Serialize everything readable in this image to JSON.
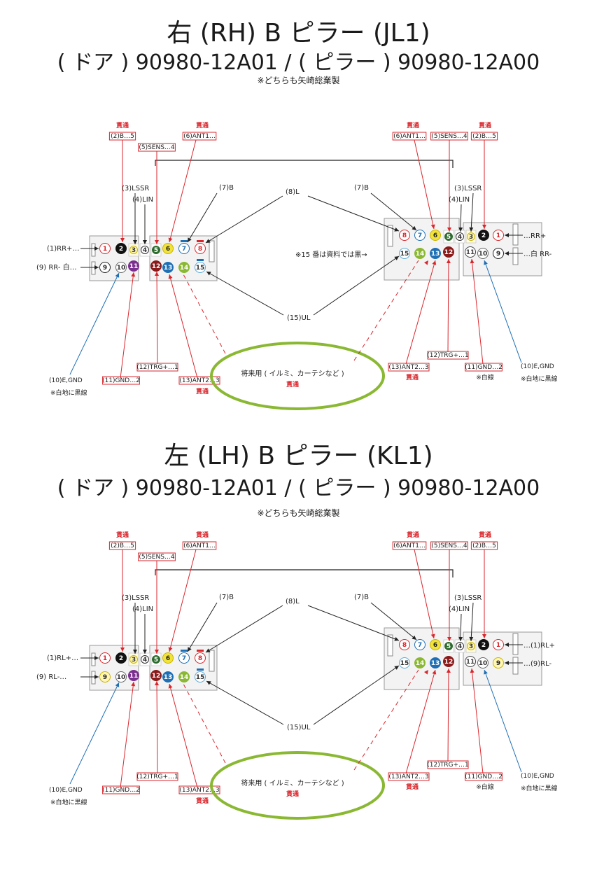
{
  "colors": {
    "red": "#d9262c",
    "blue": "#1f6fb5",
    "green_oval": "#8ab833",
    "black": "#111111",
    "yellow": "#f2e33a",
    "dark_green": "#2e6b2e",
    "light_green": "#8ab833",
    "purple": "#7b2f8f",
    "dark_red": "#8b1a1a",
    "light_blue": "#5aa9d6",
    "gray_box": "#f3f3f3"
  },
  "sections": [
    {
      "title": "右 (RH) B ピラー (JL1)",
      "subtitle": "( ドア ) 90980-12A01 / ( ピラー ) 90980-12A00",
      "note": "※どちらも矢崎総業製",
      "left_labels": {
        "pin1": "(1)RR+…",
        "pin9": "(9) RR- 白…"
      },
      "right_labels": {
        "pin1": "…RR+",
        "pin9": "…白 RR-"
      },
      "right_note15": "※15 番は資料では黒→",
      "right_pin9_white": true
    },
    {
      "title": "左 (LH) B ピラー (KL1)",
      "subtitle": "( ドア ) 90980-12A01 / ( ピラー ) 90980-12A00",
      "note": "※どちらも矢崎総業製",
      "left_labels": {
        "pin1": "(1)RL+…",
        "pin9": "(9) RL-…"
      },
      "right_labels": {
        "pin1": "…(1)RL+",
        "pin9": "…(9)RL-"
      },
      "right_note15": "",
      "right_pin9_white": false
    }
  ],
  "common": {
    "kantsuu": "貫通",
    "b5": "(2)B…5",
    "sens4": "(5)SENS…4",
    "ant1": "(6)ANT1…",
    "lssr": "(3)LSSR",
    "lin": "(4)LIN",
    "b7": "(7)B",
    "l8": "(8)L",
    "ul15": "(15)UL",
    "e_gnd": "(10)E,GND",
    "white_black": "※白地に黒線",
    "gnd2": "(11)GND…2",
    "trg1": "(12)TRG+…1",
    "ant2": "(13)ANT2…3",
    "future": "将来用 ( イルミ、カーテシなど )",
    "white_line": "※白線",
    "pins": {
      "left_top_a": [
        "1",
        "2",
        "3",
        "4"
      ],
      "left_top_b": [
        "5",
        "6",
        "7",
        "8"
      ],
      "left_bottom_a": [
        "9",
        "10",
        "11"
      ],
      "left_bottom_b": [
        "12",
        "13",
        "14",
        "15"
      ],
      "right_top_a": [
        "8",
        "7",
        "6",
        "5"
      ],
      "right_top_b": [
        "4",
        "3",
        "2",
        "1"
      ],
      "right_bottom_a": [
        "15",
        "14",
        "13",
        "12"
      ],
      "right_bottom_b": [
        "11",
        "10",
        "9"
      ]
    }
  }
}
